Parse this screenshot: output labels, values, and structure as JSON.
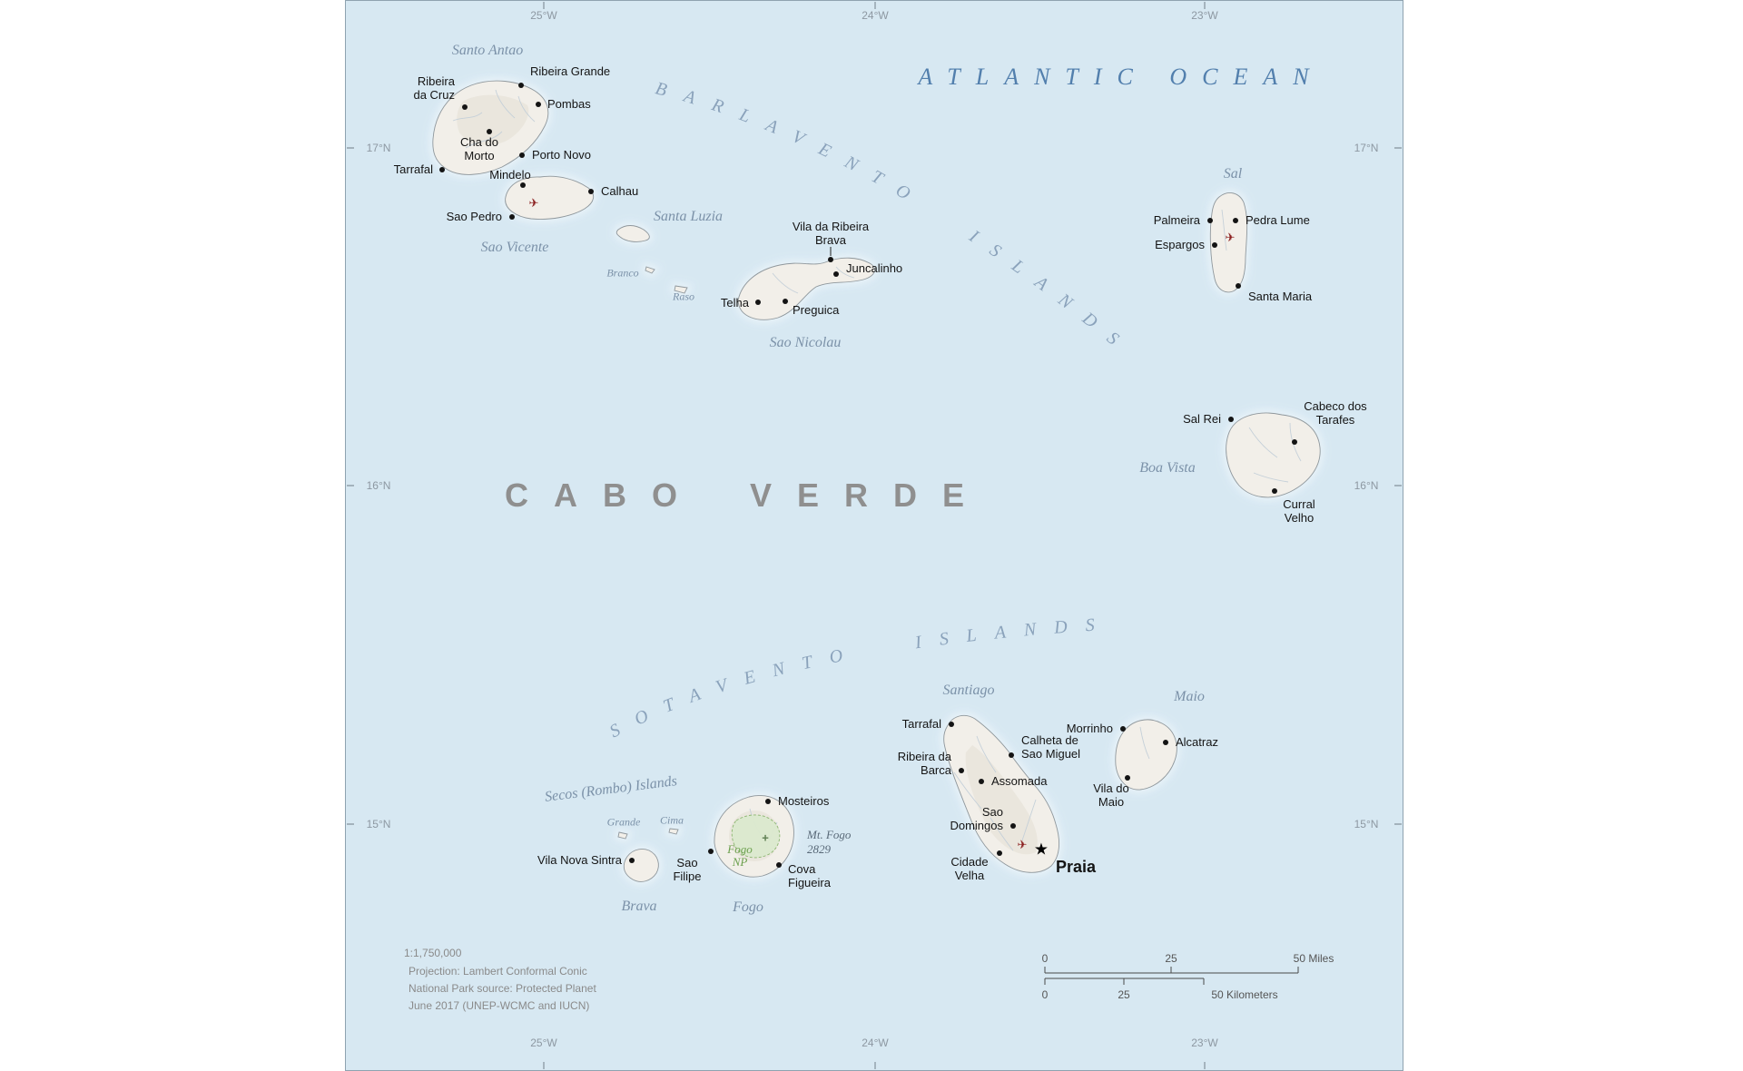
{
  "labels": {
    "ocean": "ATLANTIC OCEAN",
    "country": "CABO VERDE",
    "barlavento": "BARLAVENTO ISLANDS",
    "sotavento": "SOTAVENTO ISLANDS"
  },
  "graticule": {
    "lon": [
      "25°W",
      "24°W",
      "23°W"
    ],
    "lat": [
      "17°N",
      "16°N",
      "15°N"
    ]
  },
  "islands": {
    "santo_antao": "Santo Antao",
    "sao_vicente": "Sao Vicente",
    "santa_luzia": "Santa Luzia",
    "branco": "Branco",
    "raso": "Raso",
    "sao_nicolau": "Sao Nicolau",
    "sal": "Sal",
    "boa_vista": "Boa Vista",
    "santiago": "Santiago",
    "maio": "Maio",
    "secos": "Secos (Rombo) Islands",
    "grande": "Grande",
    "cima": "Cima",
    "brava": "Brava",
    "fogo": "Fogo"
  },
  "features": {
    "park": "Fogo NP",
    "peak_name": "Mt. Fogo",
    "peak_elev": "2829",
    "airport_icon": "✈",
    "capital_star": "★",
    "peak_mark": "+"
  },
  "cities": {
    "ribeira_grande": "Ribeira Grande",
    "pombas": "Pombas",
    "ribeira_da_cruz": "Ribeira da Cruz",
    "cha_do_morto": "Cha do Morto",
    "porto_novo": "Porto Novo",
    "tarrafal_sa": "Tarrafal",
    "mindelo": "Mindelo",
    "calhau": "Calhau",
    "sao_pedro": "Sao Pedro",
    "vila_da_ribeira_brava": "Vila da Ribeira Brava",
    "juncalinho": "Juncalinho",
    "telha": "Telha",
    "preguica": "Preguica",
    "palmeira": "Palmeira",
    "pedra_lume": "Pedra Lume",
    "espargos": "Espargos",
    "santa_maria": "Santa Maria",
    "sal_rei": "Sal Rei",
    "cabeco_dos_tarafes": "Cabeco dos Tarafes",
    "curral_velho": "Curral Velho",
    "tarrafal_st": "Tarrafal",
    "calheta_de_sao_miguel": "Calheta de Sao Miguel",
    "ribeira_da_barca": "Ribeira da Barca",
    "assomada": "Assomada",
    "sao_domingos": "Sao Domingos",
    "cidade_velha": "Cidade Velha",
    "praia": "Praia",
    "morrinho": "Morrinho",
    "alcatraz": "Alcatraz",
    "vila_do_maio": "Vila do Maio",
    "vila_nova_sintra": "Vila Nova Sintra",
    "mosteiros": "Mosteiros",
    "sao_filipe": "Sao Filipe",
    "cova_figueira": "Cova Figueira"
  },
  "notes": {
    "scale": "1:1,750,000",
    "projection": "Projection: Lambert Conformal Conic",
    "source": "National Park source: Protected Planet",
    "date": "June 2017 (UNEP-WCMC and IUCN)"
  },
  "scalebar": {
    "mi0": "0",
    "mi25": "25",
    "mi50": "50 Miles",
    "km0": "0",
    "km25": "25",
    "km50": "50 Kilometers"
  }
}
